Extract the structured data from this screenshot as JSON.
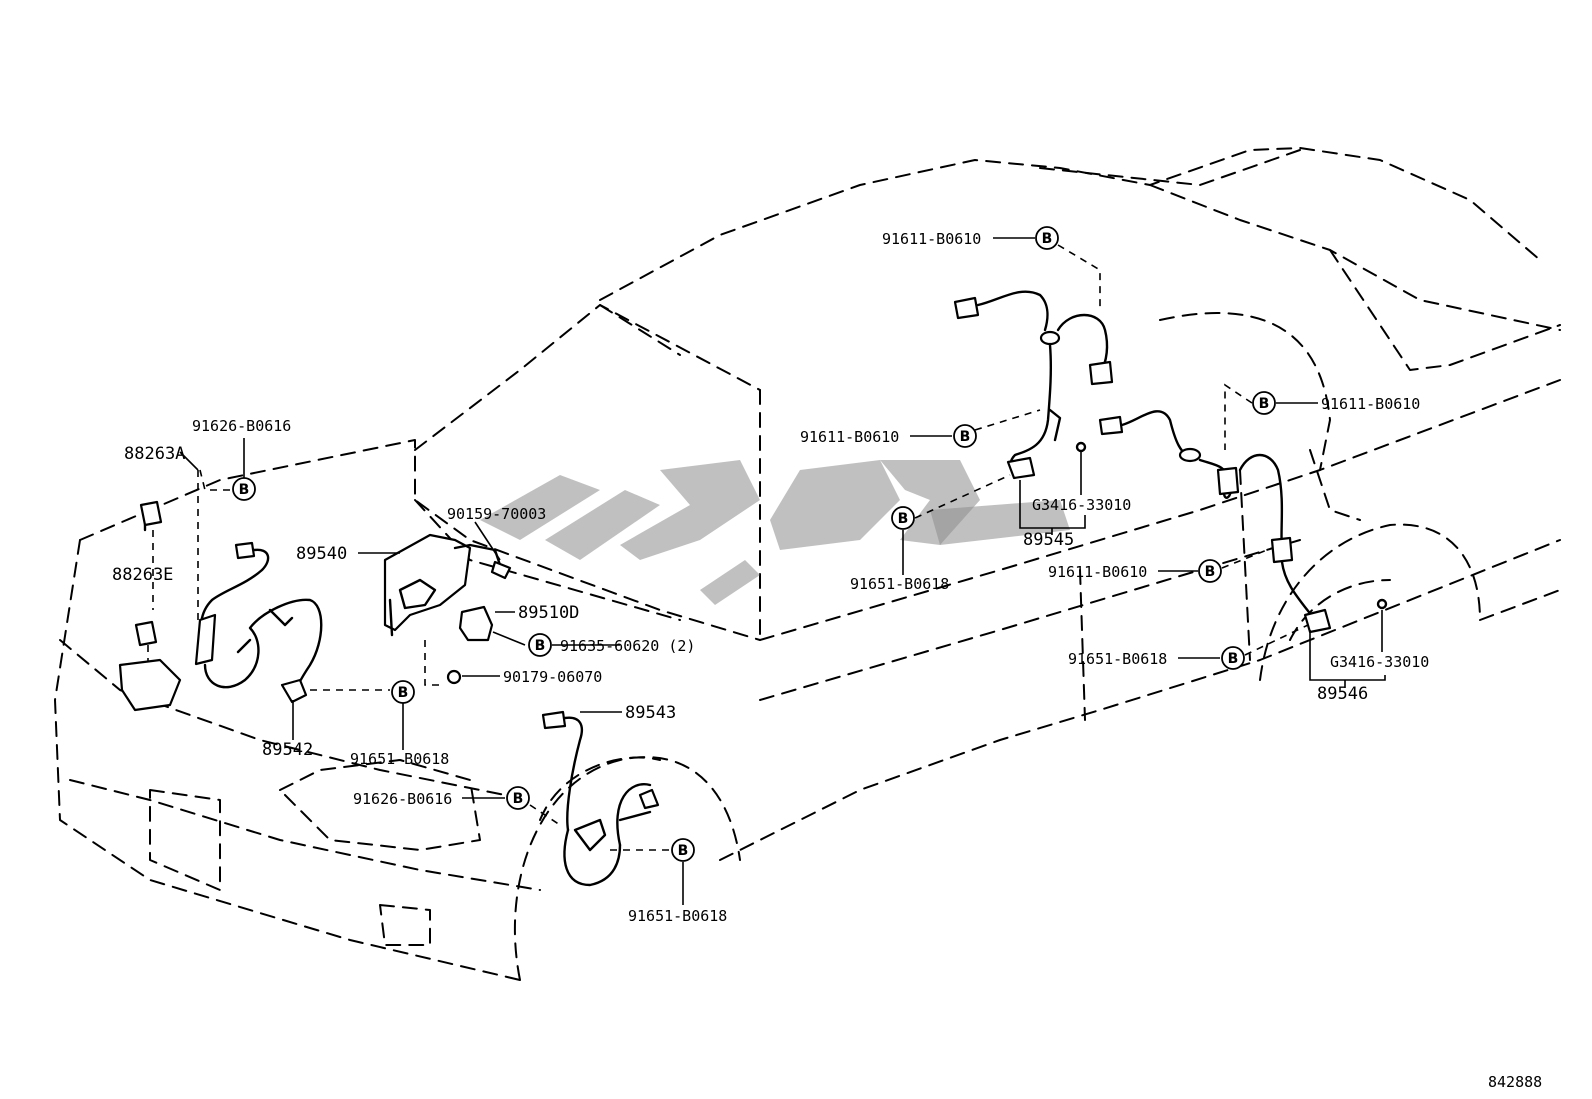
{
  "diagram_id": "842888",
  "badge_letter": "B",
  "labels": {
    "l_88263A": "88263A",
    "l_88263E": "88263E",
    "l_91626_top": "91626-B0616",
    "l_89540": "89540",
    "l_90159": "90159-70003",
    "l_89510D": "89510D",
    "l_91635": "91635-60620 (2)",
    "l_90179": "90179-06070",
    "l_89542": "89542",
    "l_91651_left": "91651-B0618",
    "l_89543": "89543",
    "l_91626_bottom": "91626-B0616",
    "l_91651_bottom": "91651-B0618",
    "l_91611_top": "91611-B0610",
    "l_91611_mid": "91611-B0610",
    "l_91651_center": "91651-B0618",
    "l_G3416_center": "G3416-33010",
    "l_89545": "89545",
    "l_91611_right": "91611-B0610",
    "l_91611_right_low": "91611-B0610",
    "l_91651_right": "91651-B0618",
    "l_G3416_right": "G3416-33010",
    "l_89546": "89546"
  }
}
